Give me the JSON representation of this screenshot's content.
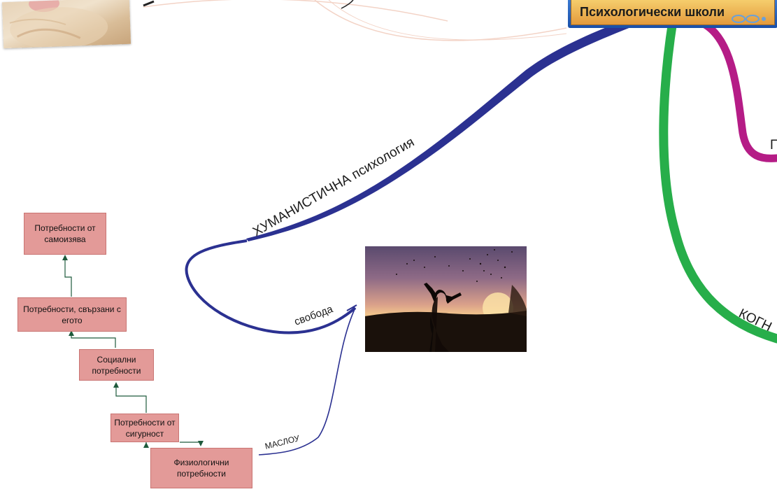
{
  "central_topic": "Психологически школи",
  "branches": {
    "humanistic": "ХУМАНИСТИЧНА психология",
    "humanistic_sub_freedom": "свобода",
    "humanistic_sub_maslow": "МАСЛОУ",
    "cognitive_partial": "КОГН",
    "right_pink_partial": "П"
  },
  "colors": {
    "humanistic": "#2b3191",
    "cognitive": "#27ae4a",
    "pink": "#b51c86",
    "box_fill": "#e39a98",
    "arrow": "#1e5a3c"
  },
  "maslow_pyramid": [
    {
      "label": "Потребности от самоизява"
    },
    {
      "label": "Потребности, свързани с егото"
    },
    {
      "label": "Социални потребности"
    },
    {
      "label": "Потребности от сигурност"
    },
    {
      "label": "Физиологични потребности"
    }
  ],
  "images": {
    "cat_photo": "cat-photo",
    "freedom_photo": "woman-raising-arms-sunset-photo"
  }
}
